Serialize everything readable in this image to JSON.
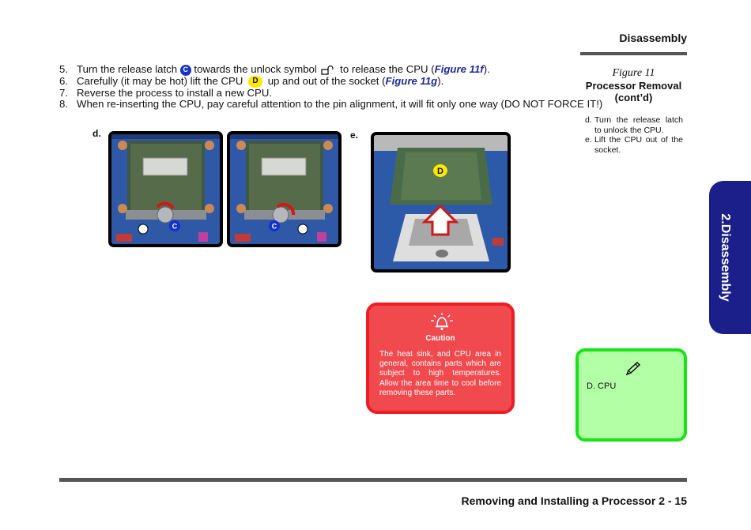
{
  "header": {
    "section": "Disassembly"
  },
  "steps": [
    {
      "num": "5.",
      "pre": "Turn the release latch",
      "badge": "C",
      "mid": "towards the unlock symbol",
      "post": "to release the CPU (",
      "ref": "Figure 11f",
      "end": ")."
    },
    {
      "num": "6.",
      "pre": "Carefully (it may be hot) lift the CPU",
      "badge": "D",
      "mid": "up and out of the socket (",
      "ref": "Figure 11g",
      "end": ")."
    },
    {
      "num": "7.",
      "text": "Reverse the process to install a new CPU."
    },
    {
      "num": "8.",
      "text": "When re-inserting the CPU, pay careful attention to the pin alignment, it will fit only one way (DO NOT FORCE IT!)"
    }
  ],
  "figure": {
    "title": "Figure 11",
    "subtitle_1": "Processor Removal",
    "subtitle_2": "(cont’d)",
    "notes": [
      {
        "label": "d.",
        "text": "Turn the release latch to unlock the CPU."
      },
      {
        "label": "e.",
        "text": "Lift the CPU out of the socket."
      }
    ]
  },
  "photos": {
    "label_d": "d.",
    "label_e": "e.",
    "callout_c": "C",
    "callout_d": "D"
  },
  "side_tab": {
    "label": "2.Disassembly"
  },
  "caution": {
    "title": "Caution",
    "text": "The heat sink, and CPU area in general, contains parts which are subject to high temperatures. Allow the area time to cool before removing these parts."
  },
  "note_box": {
    "text": "D.  CPU"
  },
  "footer": {
    "text": "Removing and Installing a Processor  2  -  15"
  },
  "colors": {
    "tab": "#1a1f8a",
    "caution_fill": "#f04a4f",
    "caution_border": "#ee1c25",
    "note_fill": "#b3ffa6",
    "note_border": "#17e317",
    "callout_c": "#1533c8",
    "callout_d": "#ffe800",
    "figure_ref": "#1f2a9c"
  },
  "icons": {
    "unlock": "unlock-icon",
    "caution": "caution-bell-icon",
    "note": "pencil-icon"
  }
}
